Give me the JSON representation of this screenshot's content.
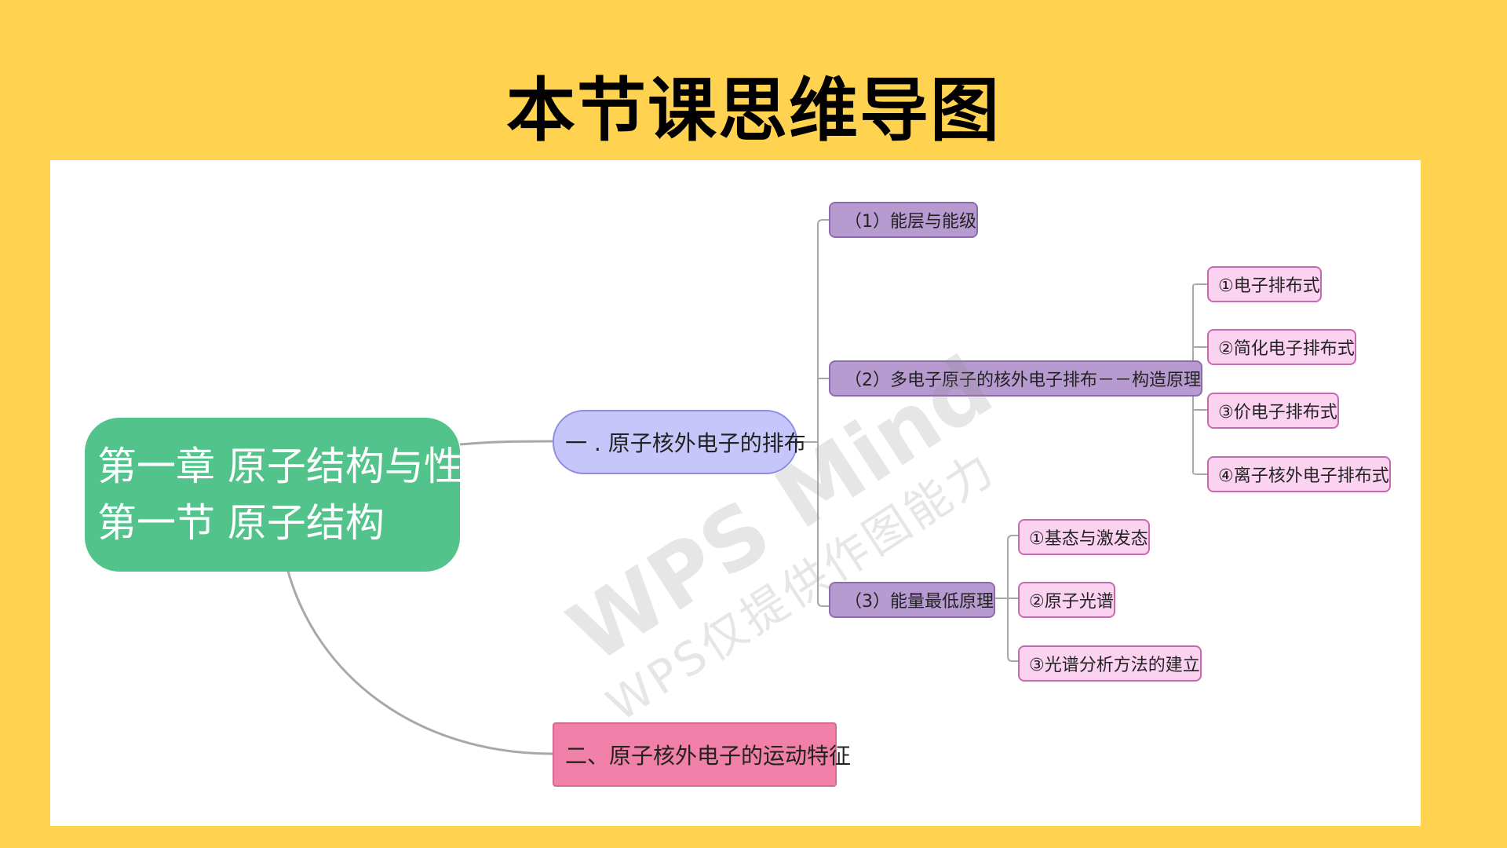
{
  "title": "本节课思维导图",
  "mindmap": {
    "root": {
      "line1": "第一章 原子结构与性质",
      "line2": "第一节 原子结构"
    },
    "branch1": {
      "label": "一 . 原子核外电子的排布",
      "children": [
        {
          "label": "（1）能层与能级"
        },
        {
          "label": "（2）多电子原子的核外电子排布－－构造原理",
          "children": [
            "①电子排布式",
            "②简化电子排布式",
            "③价电子排布式",
            "④离子核外电子排布式"
          ]
        },
        {
          "label": "（3）能量最低原理",
          "children": [
            "①基态与激发态",
            "②原子光谱",
            "③光谱分析方法的建立"
          ]
        }
      ]
    },
    "branch2": {
      "label": "二、原子核外电子的运动特征"
    }
  },
  "watermark": {
    "main": "WPS Mind",
    "sub": "WPS仅提供作图能力"
  },
  "colors": {
    "background": "#FFD24F",
    "root": "#52C38B",
    "branch1": "#C7C6FB",
    "branch2": "#F080A8",
    "sub_node": "#B79ACF",
    "leaf_node": "#FBD2F0",
    "connector": "#A8A8A8"
  }
}
